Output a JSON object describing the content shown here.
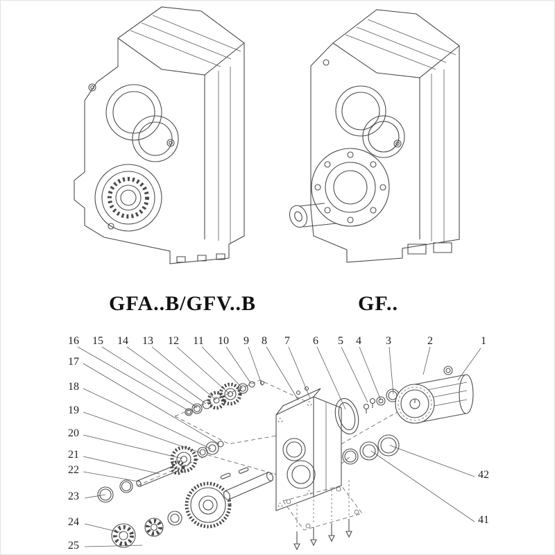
{
  "captions": {
    "left": "GFA..B/GFV..B",
    "right": "GF.."
  },
  "callouts": {
    "top_row": [
      "16",
      "15",
      "14",
      "13",
      "12",
      "11",
      "10",
      "9",
      "8",
      "7",
      "6",
      "5",
      "4",
      "3",
      "2",
      "1"
    ],
    "left_column": [
      "17",
      "18",
      "19",
      "20",
      "21",
      "22",
      "23",
      "24",
      "25"
    ],
    "right_column": [
      "42",
      "41"
    ]
  },
  "colors": {
    "line": "#4a4a4a",
    "text": "#222222",
    "background": "#ffffff"
  }
}
